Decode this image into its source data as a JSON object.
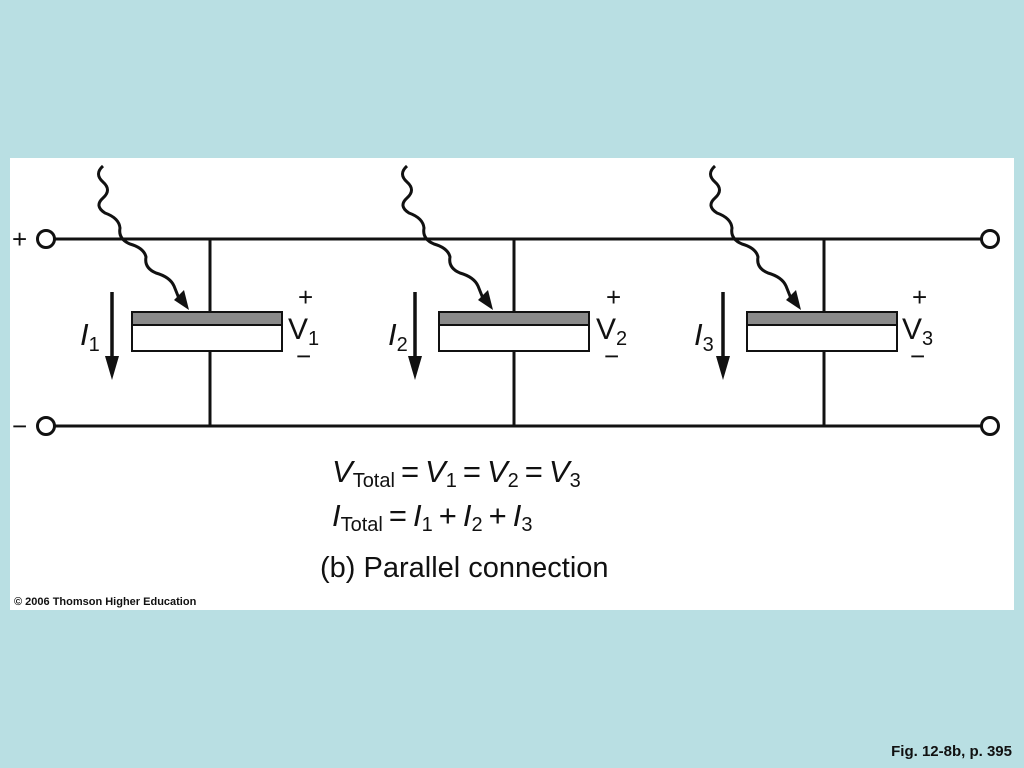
{
  "colors": {
    "background": "#b9dfe3",
    "panel": "#ffffff",
    "ink": "#111111",
    "cell_top": "#8a8a8a"
  },
  "terminals": {
    "plus_label": "+",
    "minus_label": "−"
  },
  "cells": [
    {
      "current_letter": "I",
      "current_index": "1",
      "voltage_letter": "V",
      "voltage_index": "1",
      "plus": "+",
      "minus": "−"
    },
    {
      "current_letter": "I",
      "current_index": "2",
      "voltage_letter": "V",
      "voltage_index": "2",
      "plus": "+",
      "minus": "−"
    },
    {
      "current_letter": "I",
      "current_index": "3",
      "voltage_letter": "V",
      "voltage_index": "3",
      "plus": "+",
      "minus": "−"
    }
  ],
  "formula_voltage": {
    "lhs_var": "V",
    "lhs_sub": "Total",
    "eq": "=",
    "t1_var": "V",
    "t1_sub": "1",
    "eq2": "=",
    "t2_var": "V",
    "t2_sub": "2",
    "eq3": "=",
    "t3_var": "V",
    "t3_sub": "3"
  },
  "formula_current": {
    "lhs_var": "I",
    "lhs_sub": "Total",
    "eq": "=",
    "t1_var": "I",
    "t1_sub": "1",
    "plus1": "+",
    "t2_var": "I",
    "t2_sub": "2",
    "plus2": "+",
    "t3_var": "I",
    "t3_sub": "3"
  },
  "caption": "(b)  Parallel connection",
  "copyright": "© 2006 Thomson Higher Education",
  "figure_reference": "Fig. 12-8b, p. 395"
}
